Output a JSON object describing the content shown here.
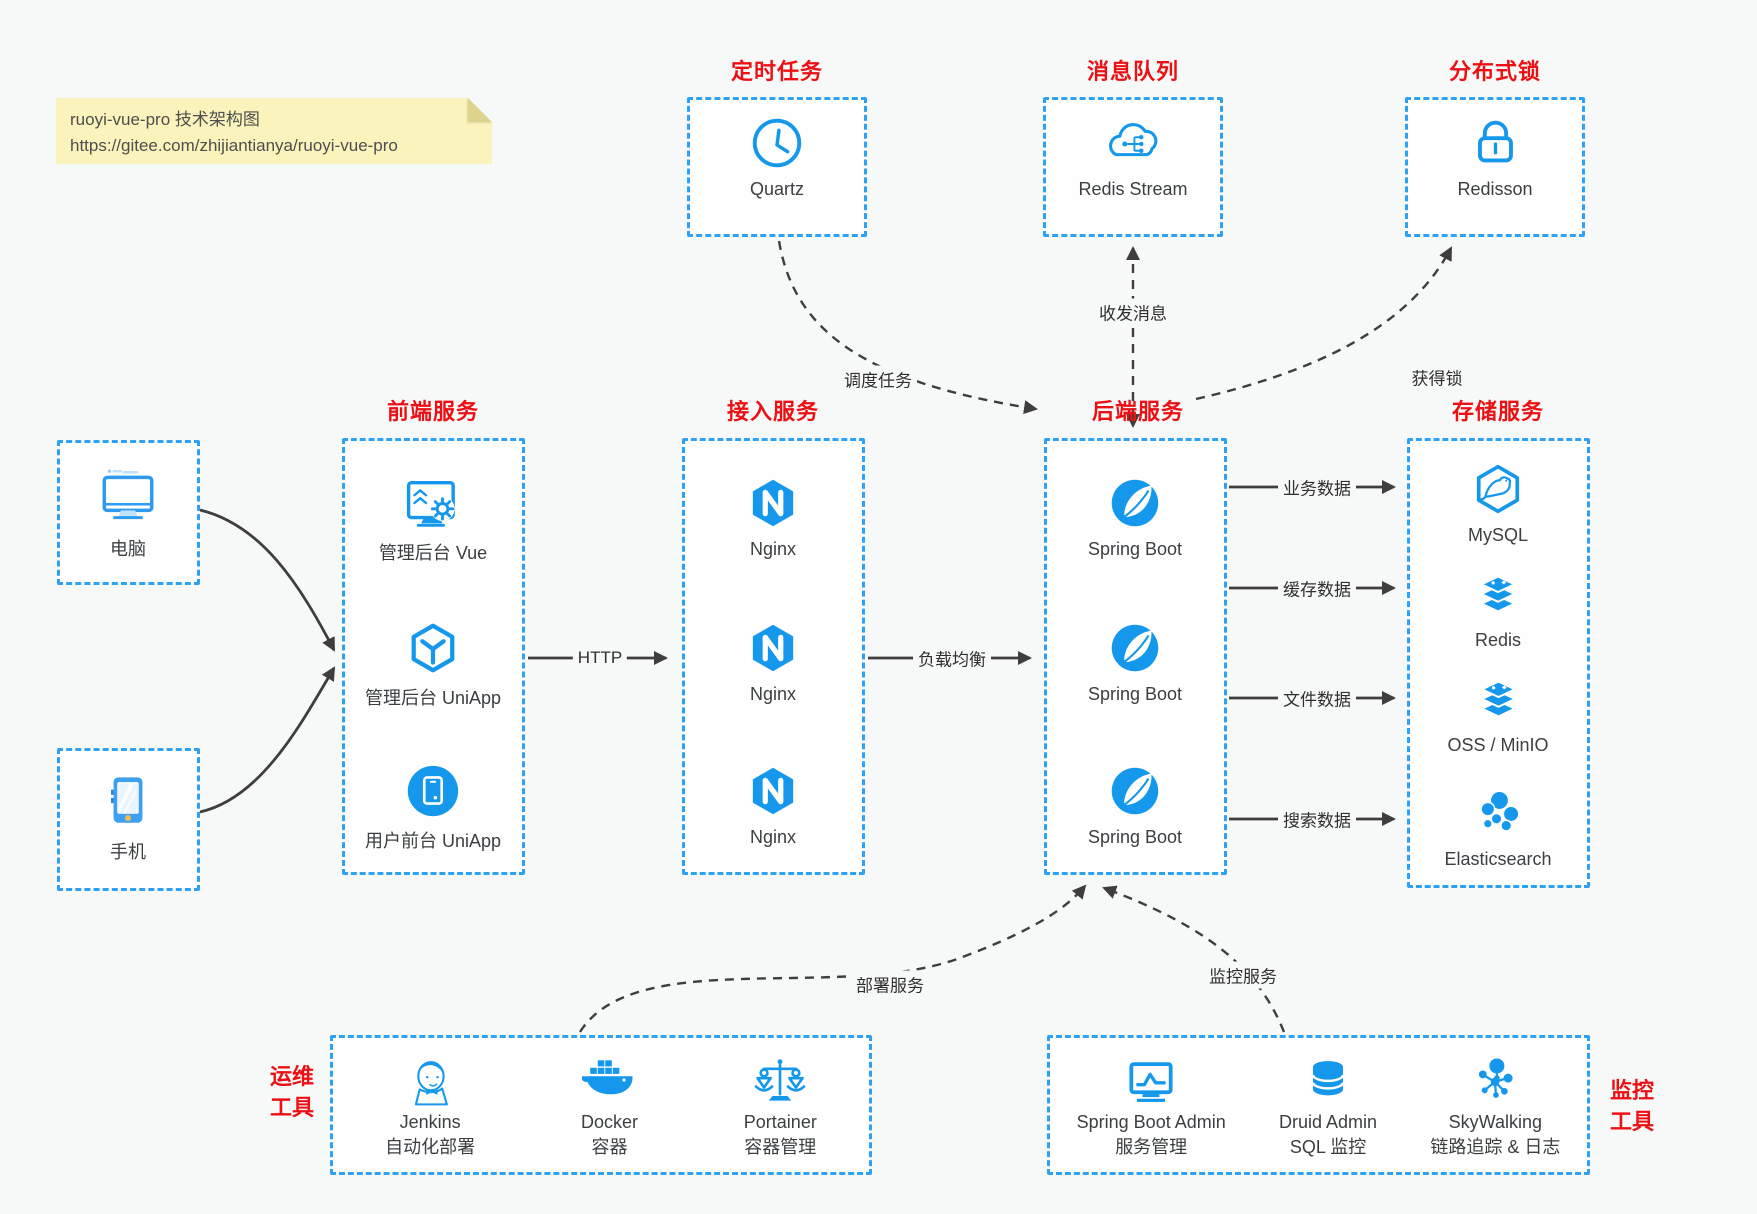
{
  "colors": {
    "accent_blue": "#2da2f5",
    "icon_blue": "#1598ec",
    "title_red": "#ec1014",
    "arrow_dark": "#3e3e3e",
    "note_bg": "#faf3bc",
    "page_bg": "#f7f8f8"
  },
  "note": {
    "title": "ruoyi-vue-pro 技术架构图",
    "url": "https://gitee.com/zhijiantianya/ruoyi-vue-pro"
  },
  "top_groups": [
    {
      "id": "scheduled",
      "title": "定时任务",
      "item": {
        "icon": "clock-icon",
        "label": "Quartz"
      }
    },
    {
      "id": "mq",
      "title": "消息队列",
      "item": {
        "icon": "cloud-stream-icon",
        "label": "Redis Stream"
      }
    },
    {
      "id": "lock",
      "title": "分布式锁",
      "item": {
        "icon": "lock-icon",
        "label": "Redisson"
      }
    }
  ],
  "clients": [
    {
      "icon": "computer-icon",
      "label": "电脑"
    },
    {
      "icon": "smartphone-icon",
      "label": "手机"
    }
  ],
  "columns": [
    {
      "id": "frontend",
      "title": "前端服务",
      "items": [
        {
          "icon": "admin-vue-icon",
          "label": "管理后台 Vue"
        },
        {
          "icon": "uniapp-hexagon-icon",
          "label": "管理后台 UniApp"
        },
        {
          "icon": "user-uniapp-icon",
          "label": "用户前台 UniApp"
        }
      ]
    },
    {
      "id": "gateway",
      "title": "接入服务",
      "items": [
        {
          "icon": "nginx-icon",
          "label": "Nginx"
        },
        {
          "icon": "nginx-icon",
          "label": "Nginx"
        },
        {
          "icon": "nginx-icon",
          "label": "Nginx"
        }
      ]
    },
    {
      "id": "backend",
      "title": "后端服务",
      "items": [
        {
          "icon": "spring-boot-icon",
          "label": "Spring Boot"
        },
        {
          "icon": "spring-boot-icon",
          "label": "Spring Boot"
        },
        {
          "icon": "spring-boot-icon",
          "label": "Spring Boot"
        }
      ]
    },
    {
      "id": "storage",
      "title": "存储服务",
      "items": [
        {
          "icon": "mysql-icon",
          "label": "MySQL"
        },
        {
          "icon": "redis-icon",
          "label": "Redis"
        },
        {
          "icon": "oss-minio-icon",
          "label": "OSS / MinIO"
        },
        {
          "icon": "elasticsearch-icon",
          "label": "Elasticsearch"
        }
      ]
    }
  ],
  "bottom_groups": [
    {
      "id": "ops",
      "title_line1": "运维",
      "title_line2": "工具",
      "items": [
        {
          "icon": "jenkins-icon",
          "name": "Jenkins",
          "desc": "自动化部署"
        },
        {
          "icon": "docker-icon",
          "name": "Docker",
          "desc": "容器"
        },
        {
          "icon": "portainer-icon",
          "name": "Portainer",
          "desc": "容器管理"
        }
      ]
    },
    {
      "id": "monitoring",
      "title_line1": "监控",
      "title_line2": "工具",
      "items": [
        {
          "icon": "spring-boot-admin-icon",
          "name": "Spring Boot Admin",
          "desc": "服务管理"
        },
        {
          "icon": "druid-icon",
          "name": "Druid Admin",
          "desc": "SQL 监控"
        },
        {
          "icon": "skywalking-icon",
          "name": "SkyWalking",
          "desc": "链路追踪 & 日志"
        }
      ]
    }
  ],
  "edge_labels": {
    "http": "HTTP",
    "load_balance": "负载均衡",
    "schedule_task": "调度任务",
    "send_receive_message": "收发消息",
    "acquire_lock": "获得锁",
    "business_data": "业务数据",
    "cache_data": "缓存数据",
    "file_data": "文件数据",
    "search_data": "搜索数据",
    "deploy_service": "部署服务",
    "monitor_service": "监控服务"
  }
}
